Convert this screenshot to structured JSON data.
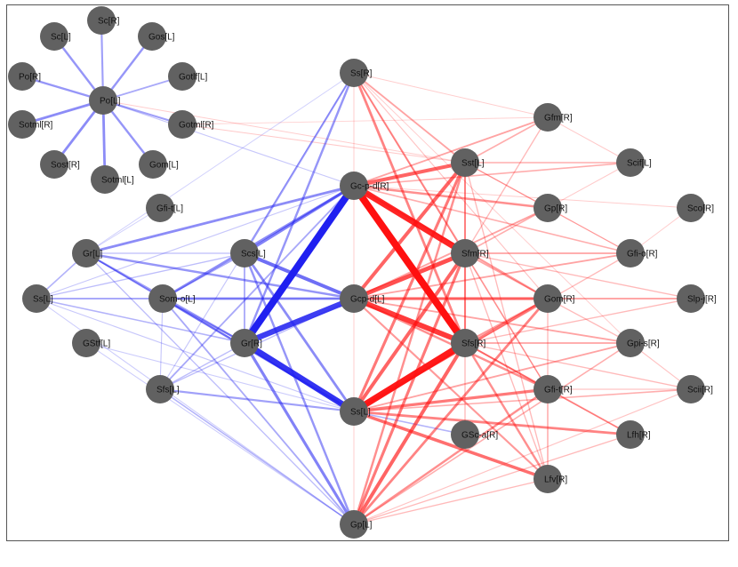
{
  "colors": {
    "node": "#616161",
    "left_edge": "#2020f0",
    "right_edge": "#ff1010",
    "frame": "#555555"
  },
  "nodes": [
    {
      "id": "Sc[R]",
      "label": "Sc[R]"
    },
    {
      "id": "Sc[L]",
      "label": "Sc[L]"
    },
    {
      "id": "Gos[L]",
      "label": "Gos[L]"
    },
    {
      "id": "Po[R]",
      "label": "Po[R]"
    },
    {
      "id": "Gotlf[L]",
      "label": "Gotlf[L]"
    },
    {
      "id": "Po[L]",
      "label": "Po[L]"
    },
    {
      "id": "Sotml[R]",
      "label": "Sotml[R]"
    },
    {
      "id": "Gotml[R]",
      "label": "Gotml[R]"
    },
    {
      "id": "Sost[R]",
      "label": "Sost[R]"
    },
    {
      "id": "Gom[L]",
      "label": "Gom[L]"
    },
    {
      "id": "Sotml[L]",
      "label": "Sotml[L]"
    },
    {
      "id": "Gfi-t[L]",
      "label": "Gfi-t[L]"
    },
    {
      "id": "Gr[L]",
      "label": "Gr[L]"
    },
    {
      "id": "Ss[L]",
      "label": "Ss[L]"
    },
    {
      "id": "Som-o[L]",
      "label": "Som-o[L]"
    },
    {
      "id": "GStf[L]",
      "label": "GStf[L]"
    },
    {
      "id": "Sfs[L]",
      "label": "Sfs[L]"
    },
    {
      "id": "Scs[L]",
      "label": "Scs[L]"
    },
    {
      "id": "Gr[R]",
      "label": "Gr[R]"
    },
    {
      "id": "Ss[R]",
      "label": "Ss[R]"
    },
    {
      "id": "Gc-p-d[R]",
      "label": "Gc-p-d[R]"
    },
    {
      "id": "Gcp-d[L]",
      "label": "Gcp-d[L]"
    },
    {
      "id": "Ss[L]c",
      "label": "Ss[L]"
    },
    {
      "id": "Gp[L]",
      "label": "Gp[L]"
    },
    {
      "id": "Sst[L]",
      "label": "Sst[L]"
    },
    {
      "id": "Sfm[R]",
      "label": "Sfm[R]"
    },
    {
      "id": "Sfs[R]",
      "label": "Sfs[R]"
    },
    {
      "id": "GSc-a[R]",
      "label": "GSc-a[R]"
    },
    {
      "id": "Gfm[R]",
      "label": "Gfm[R]"
    },
    {
      "id": "Gp[R]",
      "label": "Gp[R]"
    },
    {
      "id": "Gom[R]",
      "label": "Gom[R]"
    },
    {
      "id": "Gfi-t[R]",
      "label": "Gfi-t[R]"
    },
    {
      "id": "Lfv[R]",
      "label": "Lfv[R]"
    },
    {
      "id": "Scif[L]",
      "label": "Scif[L]"
    },
    {
      "id": "Gfi-o[R]",
      "label": "Gfi-o[R]"
    },
    {
      "id": "Gpi-s[R]",
      "label": "Gpi-s[R]"
    },
    {
      "id": "Lfh[R]",
      "label": "Lfh[R]"
    },
    {
      "id": "Sco[R]",
      "label": "Sco[R]"
    },
    {
      "id": "Slp-j[R]",
      "label": "Slp-j[R]"
    },
    {
      "id": "Scii[R]",
      "label": "Scii[R]"
    }
  ],
  "edges": [
    {
      "a": "Po[L]",
      "b": "Sc[R]",
      "c": "blue",
      "w": 0.35
    },
    {
      "a": "Po[L]",
      "b": "Sc[L]",
      "c": "blue",
      "w": 0.4
    },
    {
      "a": "Po[L]",
      "b": "Gos[L]",
      "c": "blue",
      "w": 0.4
    },
    {
      "a": "Po[L]",
      "b": "Po[R]",
      "c": "blue",
      "w": 0.4
    },
    {
      "a": "Po[L]",
      "b": "Gotlf[L]",
      "c": "blue",
      "w": 0.3
    },
    {
      "a": "Po[L]",
      "b": "Sotml[R]",
      "c": "blue",
      "w": 0.45
    },
    {
      "a": "Po[L]",
      "b": "Gotml[R]",
      "c": "blue",
      "w": 0.35
    },
    {
      "a": "Po[L]",
      "b": "Sost[R]",
      "c": "blue",
      "w": 0.45
    },
    {
      "a": "Po[L]",
      "b": "Gom[L]",
      "c": "blue",
      "w": 0.4
    },
    {
      "a": "Po[L]",
      "b": "Sotml[L]",
      "c": "blue",
      "w": 0.45
    },
    {
      "a": "Po[L]",
      "b": "Gc-p-d[R]",
      "c": "blue",
      "w": 0.15
    },
    {
      "a": "Po[L]",
      "b": "Sst[L]",
      "c": "red",
      "w": 0.1
    },
    {
      "a": "Ss[R]",
      "b": "Scs[L]",
      "c": "blue",
      "w": 0.35
    },
    {
      "a": "Ss[R]",
      "b": "Gr[R]",
      "c": "blue",
      "w": 0.4
    },
    {
      "a": "Ss[R]",
      "b": "Sfs[L]",
      "c": "blue",
      "w": 0.15
    },
    {
      "a": "Ss[R]",
      "b": "Gr[L]",
      "c": "blue",
      "w": 0.1
    },
    {
      "a": "Ss[R]",
      "b": "Sst[L]",
      "c": "red",
      "w": 0.3
    },
    {
      "a": "Ss[R]",
      "b": "Sfm[R]",
      "c": "red",
      "w": 0.35
    },
    {
      "a": "Ss[R]",
      "b": "Sfs[R]",
      "c": "red",
      "w": 0.45
    },
    {
      "a": "Ss[R]",
      "b": "Gfm[R]",
      "c": "red",
      "w": 0.1
    },
    {
      "a": "Ss[R]",
      "b": "Gom[R]",
      "c": "red",
      "w": 0.15
    },
    {
      "a": "Ss[R]",
      "b": "Gfi-t[R]",
      "c": "red",
      "w": 0.15
    },
    {
      "a": "Ss[R]",
      "b": "Gpi-s[R]",
      "c": "red",
      "w": 0.1
    },
    {
      "a": "Gc-p-d[R]",
      "b": "Gr[L]",
      "c": "blue",
      "w": 0.45
    },
    {
      "a": "Gc-p-d[R]",
      "b": "Scs[L]",
      "c": "blue",
      "w": 0.5
    },
    {
      "a": "Gc-p-d[R]",
      "b": "Som-o[L]",
      "c": "blue",
      "w": 0.45
    },
    {
      "a": "Gc-p-d[R]",
      "b": "Gr[R]",
      "c": "blue",
      "w": 1.0
    },
    {
      "a": "Gc-p-d[R]",
      "b": "Sfs[L]",
      "c": "blue",
      "w": 0.3
    },
    {
      "a": "Gc-p-d[R]",
      "b": "Ss[L]",
      "c": "blue",
      "w": 0.15
    },
    {
      "a": "Gc-p-d[R]",
      "b": "Sst[L]",
      "c": "red",
      "w": 0.6
    },
    {
      "a": "Gc-p-d[R]",
      "b": "Sfm[R]",
      "c": "red",
      "w": 0.9
    },
    {
      "a": "Gc-p-d[R]",
      "b": "Sfs[R]",
      "c": "red",
      "w": 1.0
    },
    {
      "a": "Gc-p-d[R]",
      "b": "Gfm[R]",
      "c": "red",
      "w": 0.3
    },
    {
      "a": "Gc-p-d[R]",
      "b": "Gp[R]",
      "c": "red",
      "w": 0.4
    },
    {
      "a": "Gc-p-d[R]",
      "b": "Gom[R]",
      "c": "red",
      "w": 0.35
    },
    {
      "a": "Gc-p-d[R]",
      "b": "Scif[L]",
      "c": "red",
      "w": 0.25
    },
    {
      "a": "Gc-p-d[R]",
      "b": "Gfi-o[R]",
      "c": "red",
      "w": 0.25
    },
    {
      "a": "Gc-p-d[R]",
      "b": "Sco[R]",
      "c": "red",
      "w": 0.1
    },
    {
      "a": "Gcp-d[L]",
      "b": "Gr[L]",
      "c": "blue",
      "w": 0.4
    },
    {
      "a": "Gcp-d[L]",
      "b": "Scs[L]",
      "c": "blue",
      "w": 0.6
    },
    {
      "a": "Gcp-d[L]",
      "b": "Som-o[L]",
      "c": "blue",
      "w": 0.45
    },
    {
      "a": "Gcp-d[L]",
      "b": "Gr[R]",
      "c": "blue",
      "w": 0.85
    },
    {
      "a": "Gcp-d[L]",
      "b": "Ss[L]",
      "c": "blue",
      "w": 0.2
    },
    {
      "a": "Gcp-d[L]",
      "b": "Sfs[L]",
      "c": "blue",
      "w": 0.2
    },
    {
      "a": "Gcp-d[L]",
      "b": "Sst[L]",
      "c": "red",
      "w": 0.6
    },
    {
      "a": "Gcp-d[L]",
      "b": "Sfm[R]",
      "c": "red",
      "w": 0.7
    },
    {
      "a": "Gcp-d[L]",
      "b": "Sfs[R]",
      "c": "red",
      "w": 0.8
    },
    {
      "a": "Gcp-d[L]",
      "b": "Gom[R]",
      "c": "red",
      "w": 0.5
    },
    {
      "a": "Gcp-d[L]",
      "b": "Gfi-t[R]",
      "c": "red",
      "w": 0.4
    },
    {
      "a": "Gcp-d[L]",
      "b": "Gp[R]",
      "c": "red",
      "w": 0.3
    },
    {
      "a": "Gcp-d[L]",
      "b": "Gfi-o[R]",
      "c": "red",
      "w": 0.3
    },
    {
      "a": "Gcp-d[L]",
      "b": "Slp-j[R]",
      "c": "red",
      "w": 0.25
    },
    {
      "a": "Gcp-d[L]",
      "b": "Gpi-s[R]",
      "c": "red",
      "w": 0.3
    },
    {
      "a": "Gcp-d[L]",
      "b": "Lfv[R]",
      "c": "red",
      "w": 0.35
    },
    {
      "a": "Ss[L]c",
      "b": "Gr[R]",
      "c": "blue",
      "w": 0.9
    },
    {
      "a": "Ss[L]c",
      "b": "Scs[L]",
      "c": "blue",
      "w": 0.45
    },
    {
      "a": "Ss[L]c",
      "b": "Som-o[L]",
      "c": "blue",
      "w": 0.4
    },
    {
      "a": "Ss[L]c",
      "b": "Sfs[L]",
      "c": "blue",
      "w": 0.35
    },
    {
      "a": "Ss[L]c",
      "b": "Gr[L]",
      "c": "blue",
      "w": 0.3
    },
    {
      "a": "Ss[L]c",
      "b": "Ss[L]",
      "c": "blue",
      "w": 0.15
    },
    {
      "a": "Ss[L]c",
      "b": "GStf[L]",
      "c": "blue",
      "w": 0.12
    },
    {
      "a": "Ss[L]c",
      "b": "Sst[L]",
      "c": "red",
      "w": 0.5
    },
    {
      "a": "Ss[L]c",
      "b": "Sfm[R]",
      "c": "red",
      "w": 0.6
    },
    {
      "a": "Ss[L]c",
      "b": "Sfs[R]",
      "c": "red",
      "w": 0.95
    },
    {
      "a": "Ss[L]c",
      "b": "Gom[R]",
      "c": "red",
      "w": 0.5
    },
    {
      "a": "Ss[L]c",
      "b": "Gfi-t[R]",
      "c": "red",
      "w": 0.5
    },
    {
      "a": "Ss[L]c",
      "b": "Lfv[R]",
      "c": "red",
      "w": 0.55
    },
    {
      "a": "Ss[L]c",
      "b": "Lfh[R]",
      "c": "red",
      "w": 0.45
    },
    {
      "a": "Ss[L]c",
      "b": "GSc-a[R]",
      "c": "blue",
      "w": 0.25
    },
    {
      "a": "Ss[L]c",
      "b": "Gpi-s[R]",
      "c": "red",
      "w": 0.3
    },
    {
      "a": "Ss[L]c",
      "b": "Scii[R]",
      "c": "red",
      "w": 0.25
    },
    {
      "a": "Ss[L]c",
      "b": "Gfi-o[R]",
      "c": "red",
      "w": 0.2
    },
    {
      "a": "Gp[L]",
      "b": "Gr[R]",
      "c": "blue",
      "w": 0.5
    },
    {
      "a": "Gp[L]",
      "b": "Scs[L]",
      "c": "blue",
      "w": 0.4
    },
    {
      "a": "Gp[L]",
      "b": "Som-o[L]",
      "c": "blue",
      "w": 0.3
    },
    {
      "a": "Gp[L]",
      "b": "Sfs[L]",
      "c": "blue",
      "w": 0.25
    },
    {
      "a": "Gp[L]",
      "b": "Gr[L]",
      "c": "blue",
      "w": 0.2
    },
    {
      "a": "Gp[L]",
      "b": "Ss[L]",
      "c": "blue",
      "w": 0.12
    },
    {
      "a": "Gp[L]",
      "b": "GStf[L]",
      "c": "blue",
      "w": 0.12
    },
    {
      "a": "Gp[L]",
      "b": "Ss[R]",
      "c": "red",
      "w": 0.1
    },
    {
      "a": "Gp[L]",
      "b": "Sst[L]",
      "c": "red",
      "w": 0.4
    },
    {
      "a": "Gp[L]",
      "b": "Sfm[R]",
      "c": "red",
      "w": 0.5
    },
    {
      "a": "Gp[L]",
      "b": "Sfs[R]",
      "c": "red",
      "w": 0.6
    },
    {
      "a": "Gp[L]",
      "b": "Gom[R]",
      "c": "red",
      "w": 0.45
    },
    {
      "a": "Gp[L]",
      "b": "Gfi-t[R]",
      "c": "red",
      "w": 0.4
    },
    {
      "a": "Gp[L]",
      "b": "Gpi-s[R]",
      "c": "red",
      "w": 0.25
    },
    {
      "a": "Gp[L]",
      "b": "Lfh[R]",
      "c": "red",
      "w": 0.2
    },
    {
      "a": "Gp[L]",
      "b": "Lfv[R]",
      "c": "red",
      "w": 0.2
    },
    {
      "a": "Gp[L]",
      "b": "Scii[R]",
      "c": "red",
      "w": 0.15
    },
    {
      "a": "Gr[L]",
      "b": "Som-o[L]",
      "c": "blue",
      "w": 0.2
    },
    {
      "a": "Gr[L]",
      "b": "Scs[L]",
      "c": "blue",
      "w": 0.2
    },
    {
      "a": "Gr[L]",
      "b": "Ss[L]",
      "c": "blue",
      "w": 0.25
    },
    {
      "a": "Gr[L]",
      "b": "Gr[R]",
      "c": "blue",
      "w": 0.35
    },
    {
      "a": "Gr[L]",
      "b": "Gfi-t[L]",
      "c": "blue",
      "w": 0.1
    },
    {
      "a": "Ss[L]",
      "b": "Som-o[L]",
      "c": "blue",
      "w": 0.25
    },
    {
      "a": "Ss[L]",
      "b": "Scs[L]",
      "c": "blue",
      "w": 0.2
    },
    {
      "a": "Ss[L]",
      "b": "Gr[R]",
      "c": "blue",
      "w": 0.25
    },
    {
      "a": "Som-o[L]",
      "b": "Scs[L]",
      "c": "blue",
      "w": 0.3
    },
    {
      "a": "Som-o[L]",
      "b": "Gr[R]",
      "c": "blue",
      "w": 0.35
    },
    {
      "a": "Som-o[L]",
      "b": "Sfs[L]",
      "c": "blue",
      "w": 0.15
    },
    {
      "a": "Scs[L]",
      "b": "Gr[R]",
      "c": "blue",
      "w": 0.3
    },
    {
      "a": "Sfs[L]",
      "b": "Gr[R]",
      "c": "blue",
      "w": 0.2
    },
    {
      "a": "Sst[L]",
      "b": "Sfm[R]",
      "c": "red",
      "w": 0.3
    },
    {
      "a": "Sst[L]",
      "b": "Gfm[R]",
      "c": "red",
      "w": 0.25
    },
    {
      "a": "Sst[L]",
      "b": "Scif[L]",
      "c": "red",
      "w": 0.25
    },
    {
      "a": "Sst[L]",
      "b": "Gp[R]",
      "c": "red",
      "w": 0.2
    },
    {
      "a": "Sst[L]",
      "b": "Gfi-o[R]",
      "c": "red",
      "w": 0.15
    },
    {
      "a": "Sst[L]",
      "b": "Sfs[R]",
      "c": "red",
      "w": 0.25
    },
    {
      "a": "Sfm[R]",
      "b": "Sfs[R]",
      "c": "red",
      "w": 0.35
    },
    {
      "a": "Sfm[R]",
      "b": "Gom[R]",
      "c": "red",
      "w": 0.3
    },
    {
      "a": "Sfm[R]",
      "b": "Gfi-o[R]",
      "c": "red",
      "w": 0.3
    },
    {
      "a": "Sfm[R]",
      "b": "Gfm[R]",
      "c": "red",
      "w": 0.2
    },
    {
      "a": "Sfm[R]",
      "b": "Gp[R]",
      "c": "red",
      "w": 0.25
    },
    {
      "a": "Sfm[R]",
      "b": "Slp-j[R]",
      "c": "red",
      "w": 0.2
    },
    {
      "a": "Sfm[R]",
      "b": "Gfi-t[R]",
      "c": "red",
      "w": 0.25
    },
    {
      "a": "Sfs[R]",
      "b": "Gom[R]",
      "c": "red",
      "w": 0.35
    },
    {
      "a": "Sfs[R]",
      "b": "Gfi-t[R]",
      "c": "red",
      "w": 0.35
    },
    {
      "a": "Sfs[R]",
      "b": "Gpi-s[R]",
      "c": "red",
      "w": 0.3
    },
    {
      "a": "Sfs[R]",
      "b": "Lfv[R]",
      "c": "red",
      "w": 0.4
    },
    {
      "a": "Sfs[R]",
      "b": "Lfh[R]",
      "c": "red",
      "w": 0.3
    },
    {
      "a": "Sfs[R]",
      "b": "Scii[R]",
      "c": "red",
      "w": 0.2
    },
    {
      "a": "Sfs[R]",
      "b": "Slp-j[R]",
      "c": "red",
      "w": 0.2
    },
    {
      "a": "Sfs[R]",
      "b": "GSc-a[R]",
      "c": "red",
      "w": 0.2
    },
    {
      "a": "Gom[R]",
      "b": "Gpi-s[R]",
      "c": "red",
      "w": 0.2
    },
    {
      "a": "Gom[R]",
      "b": "Gfi-t[R]",
      "c": "red",
      "w": 0.2
    },
    {
      "a": "Gom[R]",
      "b": "Slp-j[R]",
      "c": "red",
      "w": 0.15
    },
    {
      "a": "Gfi-t[R]",
      "b": "Lfh[R]",
      "c": "red",
      "w": 0.2
    },
    {
      "a": "Gfi-t[R]",
      "b": "Lfv[R]",
      "c": "red",
      "w": 0.25
    },
    {
      "a": "Gfi-t[R]",
      "b": "Scii[R]",
      "c": "red",
      "w": 0.15
    },
    {
      "a": "Gp[R]",
      "b": "Gfi-o[R]",
      "c": "red",
      "w": 0.15
    },
    {
      "a": "Gp[R]",
      "b": "Scif[L]",
      "c": "red",
      "w": 0.12
    },
    {
      "a": "Gfm[R]",
      "b": "Scif[L]",
      "c": "red",
      "w": 0.12
    },
    {
      "a": "Gfi-o[R]",
      "b": "Sco[R]",
      "c": "red",
      "w": 0.1
    },
    {
      "a": "Gpi-s[R]",
      "b": "Scii[R]",
      "c": "red",
      "w": 0.15
    },
    {
      "a": "Lfv[R]",
      "b": "Sst[L]",
      "c": "red",
      "w": 0.2
    },
    {
      "a": "Lfv[R]",
      "b": "Sfm[R]",
      "c": "red",
      "w": 0.2
    },
    {
      "a": "Gotml[R]",
      "b": "Sst[L]",
      "c": "red",
      "w": 0.12
    },
    {
      "a": "Gotml[R]",
      "b": "Gfm[R]",
      "c": "red",
      "w": 0.08
    }
  ]
}
